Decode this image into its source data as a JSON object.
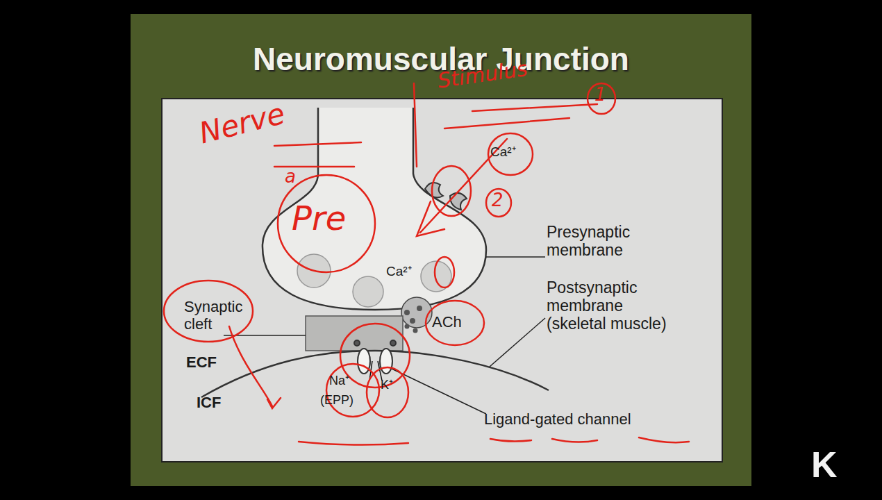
{
  "diagram": {
    "title": "Neuromuscular Junction",
    "labels": [
      "Nerve",
      "a",
      "Pre",
      "Stimulus",
      "1",
      "2",
      "Ca²⁺",
      "Presynaptic membrane",
      "Ca²⁺",
      "Postsynaptic membrane (skeletal muscle)",
      "Synaptic cleft",
      "ACh",
      "ECF",
      "Na⁺",
      "K⁺",
      "(EPP)",
      "ICF",
      "Ligand-gated channel",
      "K"
    ]
  }
}
